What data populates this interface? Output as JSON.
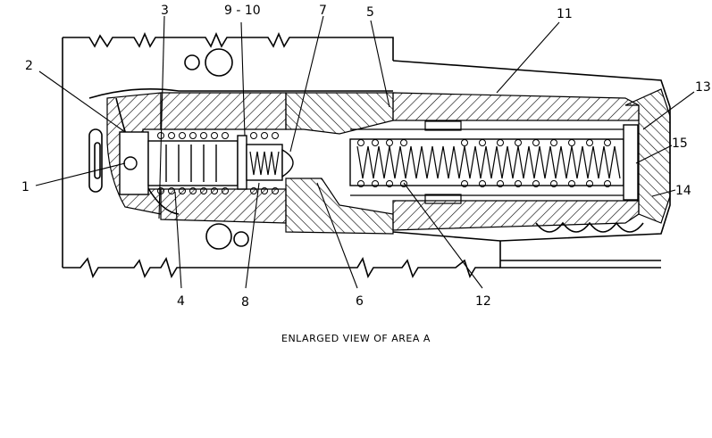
{
  "diagram": {
    "caption": "ENLARGED VIEW OF AREA A",
    "callouts": {
      "c1": "1",
      "c2": "2",
      "c3": "3",
      "c4": "4",
      "c5": "5",
      "c6": "6",
      "c7": "7",
      "c8": "8",
      "c910": "9 - 10",
      "c11": "11",
      "c12": "12",
      "c13": "13",
      "c14": "14",
      "c15": "15"
    }
  }
}
